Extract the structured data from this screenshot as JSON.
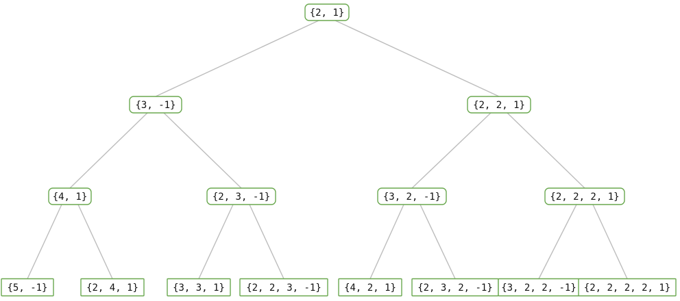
{
  "tree": {
    "nodes": [
      {
        "id": "n0",
        "label": "{2, 1}",
        "shape": "rounded"
      },
      {
        "id": "n1",
        "label": "{3, -1}",
        "shape": "rounded"
      },
      {
        "id": "n2",
        "label": "{2, 2, 1}",
        "shape": "rounded"
      },
      {
        "id": "n3",
        "label": "{4, 1}",
        "shape": "rounded"
      },
      {
        "id": "n4",
        "label": "{2, 3, -1}",
        "shape": "rounded"
      },
      {
        "id": "n5",
        "label": "{3, 2, -1}",
        "shape": "rounded"
      },
      {
        "id": "n6",
        "label": "{2, 2, 2, 1}",
        "shape": "rounded"
      },
      {
        "id": "n7",
        "label": "{5, -1}",
        "shape": "square"
      },
      {
        "id": "n8",
        "label": "{2, 4, 1}",
        "shape": "square"
      },
      {
        "id": "n9",
        "label": "{3, 3, 1}",
        "shape": "square"
      },
      {
        "id": "n10",
        "label": "{2, 2, 3, -1}",
        "shape": "square"
      },
      {
        "id": "n11",
        "label": "{4, 2, 1}",
        "shape": "square"
      },
      {
        "id": "n12",
        "label": "{2, 3, 2, -1}",
        "shape": "square"
      },
      {
        "id": "n13",
        "label": "{3, 2, 2, -1}",
        "shape": "square"
      },
      {
        "id": "n14",
        "label": "{2, 2, 2, 2, 1}",
        "shape": "square"
      }
    ],
    "edges": [
      [
        "n0",
        "n1"
      ],
      [
        "n0",
        "n2"
      ],
      [
        "n1",
        "n3"
      ],
      [
        "n1",
        "n4"
      ],
      [
        "n2",
        "n5"
      ],
      [
        "n2",
        "n6"
      ],
      [
        "n3",
        "n7"
      ],
      [
        "n3",
        "n8"
      ],
      [
        "n4",
        "n9"
      ],
      [
        "n4",
        "n10"
      ],
      [
        "n5",
        "n11"
      ],
      [
        "n5",
        "n12"
      ],
      [
        "n6",
        "n13"
      ],
      [
        "n6",
        "n14"
      ]
    ],
    "colors": {
      "node_border": "#6aa84f",
      "edge": "#bdbdbd",
      "text": "#111111"
    }
  }
}
